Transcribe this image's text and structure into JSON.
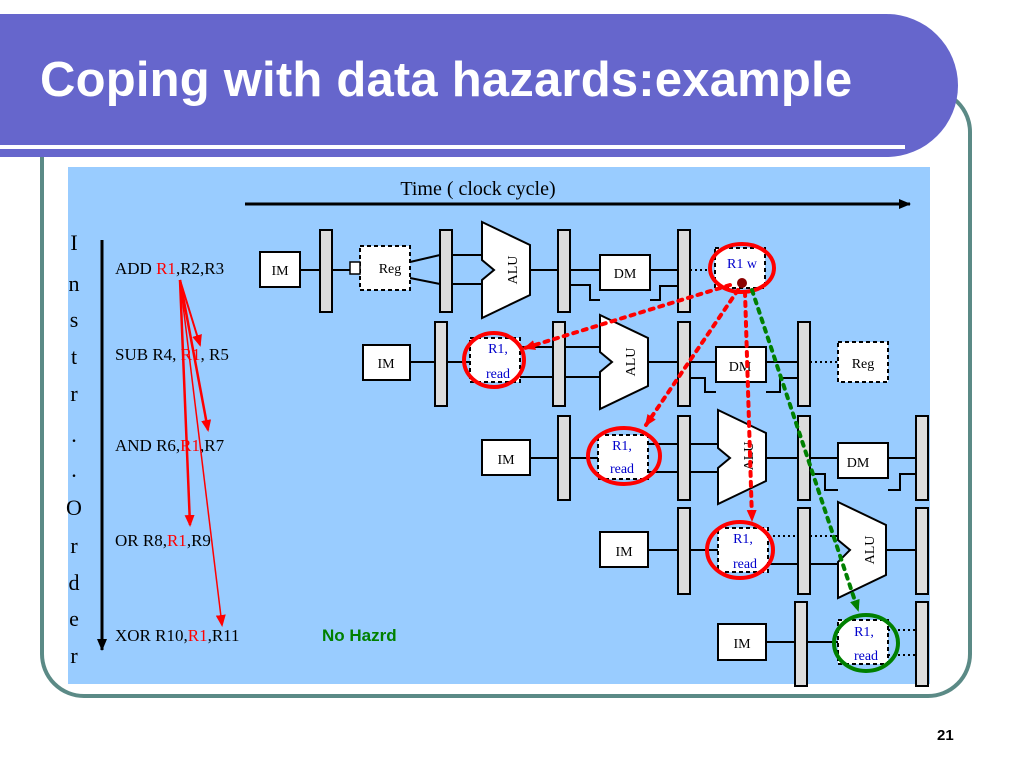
{
  "slide": {
    "title": "Coping with data hazards:example",
    "page_number": "21"
  },
  "diagram": {
    "time_label": "Time ( clock cycle)",
    "order_label": [
      "I",
      "n",
      "s",
      "t",
      "r",
      ".",
      ".",
      "O",
      "r",
      "d",
      "e",
      "r"
    ],
    "instructions": [
      {
        "pre": "ADD ",
        "reg": "R1",
        "post": ",R2,R3"
      },
      {
        "pre": "SUB R4, ",
        "reg": "R1",
        "post": ", R5"
      },
      {
        "pre": "AND R6,",
        "reg": "R1",
        "post": ",R7"
      },
      {
        "pre": "OR R8,",
        "reg": "R1",
        "post": ",R9"
      },
      {
        "pre": "XOR R10,",
        "reg": "R1",
        "post": ",R11"
      }
    ],
    "no_hazard_label": "No Hazrd",
    "stage_labels": {
      "im": "IM",
      "reg": "Reg",
      "alu": "ALU",
      "dm": "DM"
    },
    "r1_write_label": "R1  w",
    "r1_read_label_1": "R1,",
    "r1_read_label_2": "read",
    "colors": {
      "accent": "#6666cc",
      "background": "#99ccff",
      "hazard": "#ff0000",
      "forward_ok": "#008000",
      "reg_text": "#0000cc",
      "no_hazard_text": "#008000"
    }
  }
}
